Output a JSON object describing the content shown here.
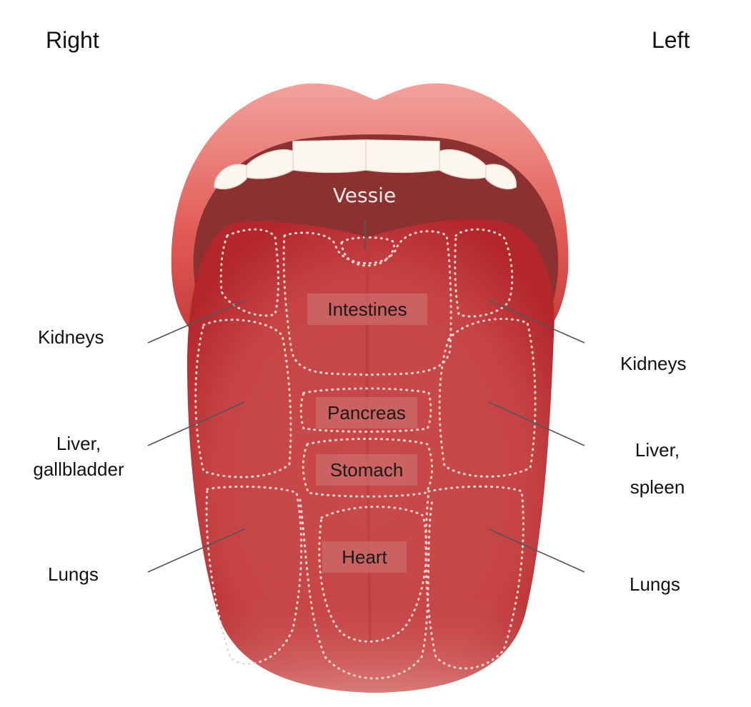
{
  "sides": {
    "right": "Right",
    "left": "Left"
  },
  "zones": {
    "vessie": "Vessie",
    "intestines": "Intestines",
    "pancreas": "Pancreas",
    "stomach": "Stomach",
    "heart": "Heart"
  },
  "labels": {
    "kidneys_right": "Kidneys",
    "liver_right_line1": "Liver,",
    "liver_right_line2": "gallbladder",
    "lungs_right": "Lungs",
    "kidneys_left": "Kidneys",
    "liver_left_line1": "Liver,",
    "liver_left_line2": "spleen",
    "lungs_left": "Lungs"
  },
  "colors": {
    "lip": "#d9524f",
    "mouth_interior": "#8a2f30",
    "teeth": "#fbf7ee",
    "tongue": "#c8494a",
    "tongue_highlight": "#e07a78",
    "dotted_outline": "#f3d6d4",
    "leader_line": "#555555"
  }
}
